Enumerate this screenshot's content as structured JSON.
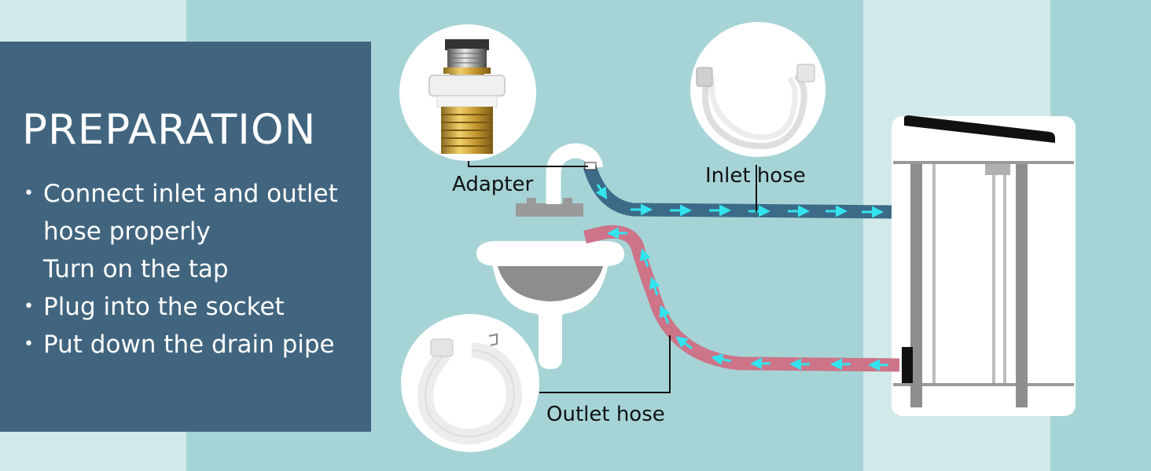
{
  "panel": {
    "title": "PREPARATION",
    "items": [
      {
        "bullet": "•",
        "text": "Connect inlet and outlet"
      },
      {
        "bullet": "",
        "text": "hose properly"
      },
      {
        "bullet": "",
        "text": "Turn on the tap"
      },
      {
        "bullet": "•",
        "text": "Plug into the socket"
      },
      {
        "bullet": "•",
        "text": "Put down the drain pipe"
      }
    ]
  },
  "labels": {
    "adapter": "Adapter",
    "inlet_hose": "Inlet hose",
    "outlet_hose": "Outlet hose"
  },
  "colors": {
    "panel": "#41657f",
    "background": "#a6d4d6",
    "light_stripe": "#d2e9ea",
    "inlet_hose": "#3c6b87",
    "outlet_hose": "#cd7488",
    "arrow": "#33e4ee"
  },
  "icons": [
    "adapter-icon",
    "inlet-hose-icon",
    "outlet-hose-icon",
    "faucet-icon",
    "sink-icon",
    "washing-machine-icon",
    "flow-arrow-icon"
  ]
}
